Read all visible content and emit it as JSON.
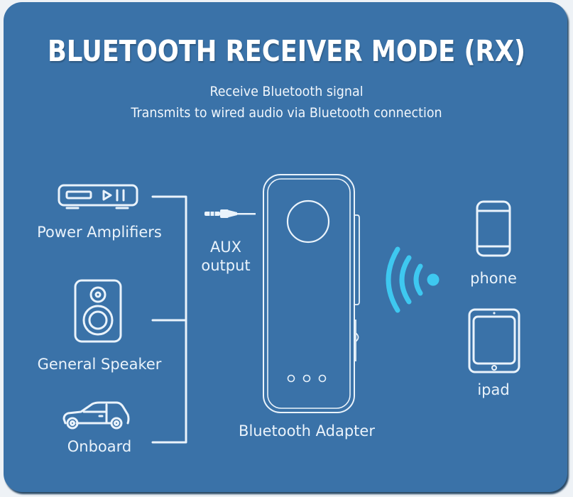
{
  "header": {
    "title": "BLUETOOTH RECEIVER MODE (RX)",
    "subtitle_line1": "Receive Bluetooth signal",
    "subtitle_line2": "Transmits to wired audio via Bluetooth connection"
  },
  "outputs": [
    {
      "label": "Power Amplifiers",
      "icon": "power-amplifier-icon"
    },
    {
      "label": "General Speaker",
      "icon": "speaker-icon"
    },
    {
      "label": "Onboard",
      "icon": "car-icon"
    }
  ],
  "aux": {
    "line1": "AUX",
    "line2": "output",
    "icon": "aux-plug-icon"
  },
  "adapter": {
    "label": "Bluetooth Adapter",
    "icon": "bluetooth-adapter-icon"
  },
  "signal": {
    "icon": "wireless-signal-icon"
  },
  "sources": [
    {
      "label": "phone",
      "icon": "phone-icon"
    },
    {
      "label": "ipad",
      "icon": "tablet-icon"
    }
  ],
  "colors": {
    "background": "#3a72a8",
    "stroke": "#eaf3fb",
    "signal": "#3ec8f0",
    "title": "#ffffff"
  }
}
